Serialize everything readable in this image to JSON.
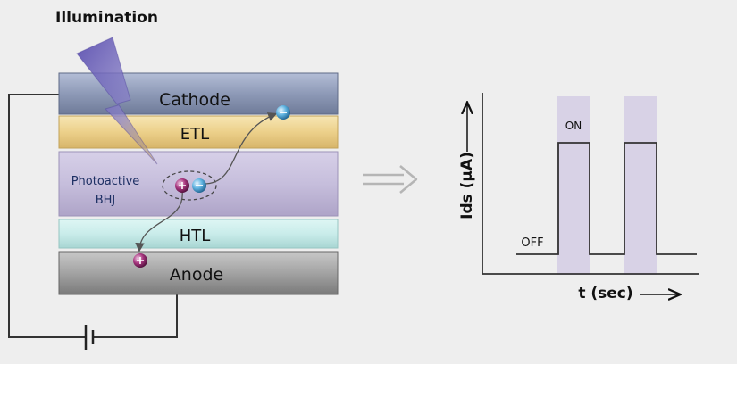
{
  "title": "Illumination",
  "layers": {
    "cathode": "Cathode",
    "etl": "ETL",
    "bhj_line1": "Photoactive",
    "bhj_line2": "BHJ",
    "htl": "HTL",
    "anode": "Anode"
  },
  "graph": {
    "ylabel": "Ids (µA)",
    "xlabel": "t (sec)",
    "on_label": "ON",
    "off_label": "OFF"
  },
  "colors": {
    "cathode": "#8f9bb8",
    "etl": "#efd48e",
    "bhj": "#c6bedc",
    "htl": "#c9ecea",
    "anode": "#a5a5a5",
    "pulse_band": "#d8d2e6",
    "electron": "#4a9ed0",
    "hole": "#8e2a6e",
    "lightning": "#6f63b8"
  },
  "icons": {
    "arrow": "double-outline-right-arrow",
    "electron": "electron-minus-icon",
    "hole": "hole-plus-icon",
    "battery": "battery-symbol",
    "lightning": "lightning-bolt-icon"
  }
}
